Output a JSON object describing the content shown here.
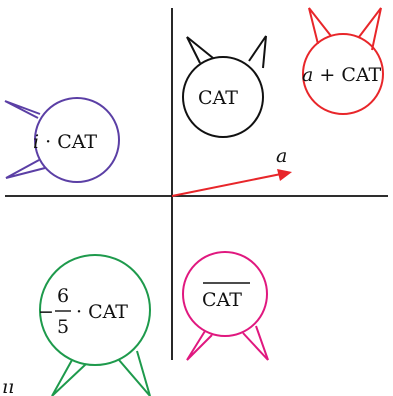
{
  "diagram": {
    "vector_label": "a",
    "cats": [
      {
        "id": "cat",
        "label": "CAT",
        "color": "#111111"
      },
      {
        "id": "a-plus-cat",
        "prefix": "a",
        "rest": " + CAT",
        "color": "#e8262a"
      },
      {
        "id": "i-times-cat",
        "prefix": "i",
        "rest": " · CAT",
        "color": "#5b3fa5"
      },
      {
        "id": "conj-cat",
        "label": "CAT",
        "color": "#e0187f"
      },
      {
        "id": "neg-six-fifths-cat",
        "sign": "−",
        "numerator": "6",
        "denominator": "5",
        "rest": "· CAT",
        "color": "#1e9a4c"
      }
    ],
    "corner_glyph": "ıı"
  }
}
